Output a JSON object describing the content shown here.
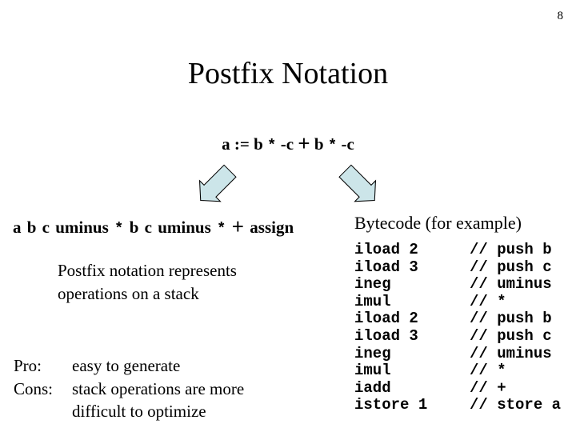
{
  "slide": {
    "page_number": "8",
    "title": "Postfix Notation"
  },
  "expression": {
    "tokens": [
      {
        "t": "a := b ",
        "c": ""
      },
      {
        "t": "*",
        "c": "star"
      },
      {
        "t": " -c ",
        "c": ""
      },
      {
        "t": "+",
        "c": "plus"
      },
      {
        "t": " b ",
        "c": ""
      },
      {
        "t": "*",
        "c": "star"
      },
      {
        "t": " -c",
        "c": ""
      }
    ]
  },
  "postfix_line": {
    "tokens": [
      {
        "t": "a b c uminus ",
        "c": ""
      },
      {
        "t": "*",
        "c": "star"
      },
      {
        "t": " b c uminus ",
        "c": ""
      },
      {
        "t": "*",
        "c": "star"
      },
      {
        "t": " ",
        "c": ""
      },
      {
        "t": "+",
        "c": "plus"
      },
      {
        "t": " assign",
        "c": ""
      }
    ]
  },
  "arrows": {
    "fill": "#cce5e9",
    "stroke": "#000000"
  },
  "notes": {
    "stack_note_line1": "Postfix notation represents",
    "stack_note_line2": "operations on a stack",
    "pros_cons": [
      {
        "label": "Pro:",
        "text": "easy to generate"
      },
      {
        "label": "Cons:",
        "text": "stack operations are more"
      },
      {
        "label": "",
        "text": "difficult to optimize"
      }
    ]
  },
  "bytecode": {
    "heading": "Bytecode (for example)",
    "lines": [
      {
        "instruction": "iload 2",
        "comment": "// push b"
      },
      {
        "instruction": "iload 3",
        "comment": "// push c"
      },
      {
        "instruction": "ineg",
        "comment": "// uminus"
      },
      {
        "instruction": "imul",
        "comment": "// *"
      },
      {
        "instruction": "iload 2",
        "comment": "// push b"
      },
      {
        "instruction": "iload 3",
        "comment": "// push c"
      },
      {
        "instruction": "ineg",
        "comment": "// uminus"
      },
      {
        "instruction": "imul",
        "comment": "// *"
      },
      {
        "instruction": "iadd",
        "comment": "// +"
      },
      {
        "instruction": "istore 1",
        "comment": "// store a"
      }
    ]
  }
}
